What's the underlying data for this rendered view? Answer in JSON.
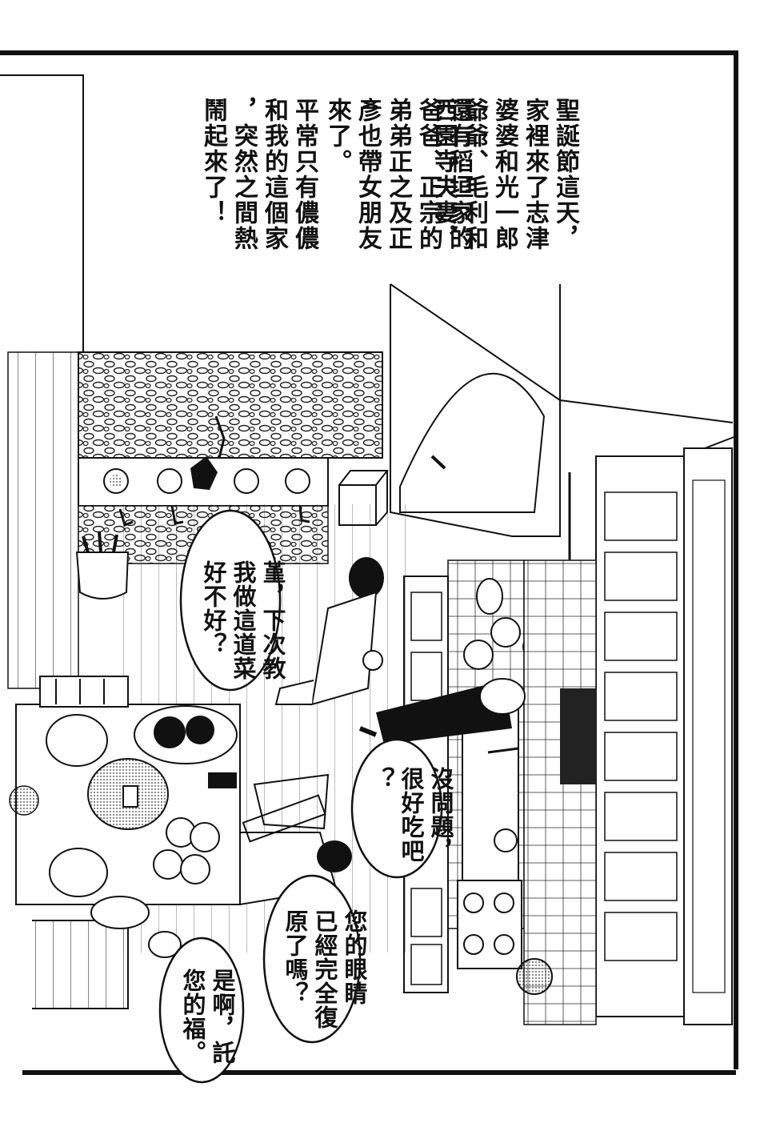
{
  "narration": {
    "block_1": "聖誕節這天，\n家裡來了志津\n婆婆和光一郎\n爺爺、毛利和\n西園寺夫妻，",
    "block_2": "還有稻垣家的\n爸爸、正宗的\n弟弟正之及正\n彥也帶女朋友\n來了。",
    "block_3": "平常只有儂儂\n和我的這個家\n，突然之間熱\n鬧起來了！"
  },
  "dialogue": {
    "bubble_sumire": "堇，下次教\n我做這道菜\n好不好？",
    "bubble_tasty": "沒問題，\n很好吃吧\n？",
    "bubble_eyes": "您的眼睛\n已經完全復\n原了嗎？",
    "bubble_thanks": "是啊，託\n您的福。"
  }
}
